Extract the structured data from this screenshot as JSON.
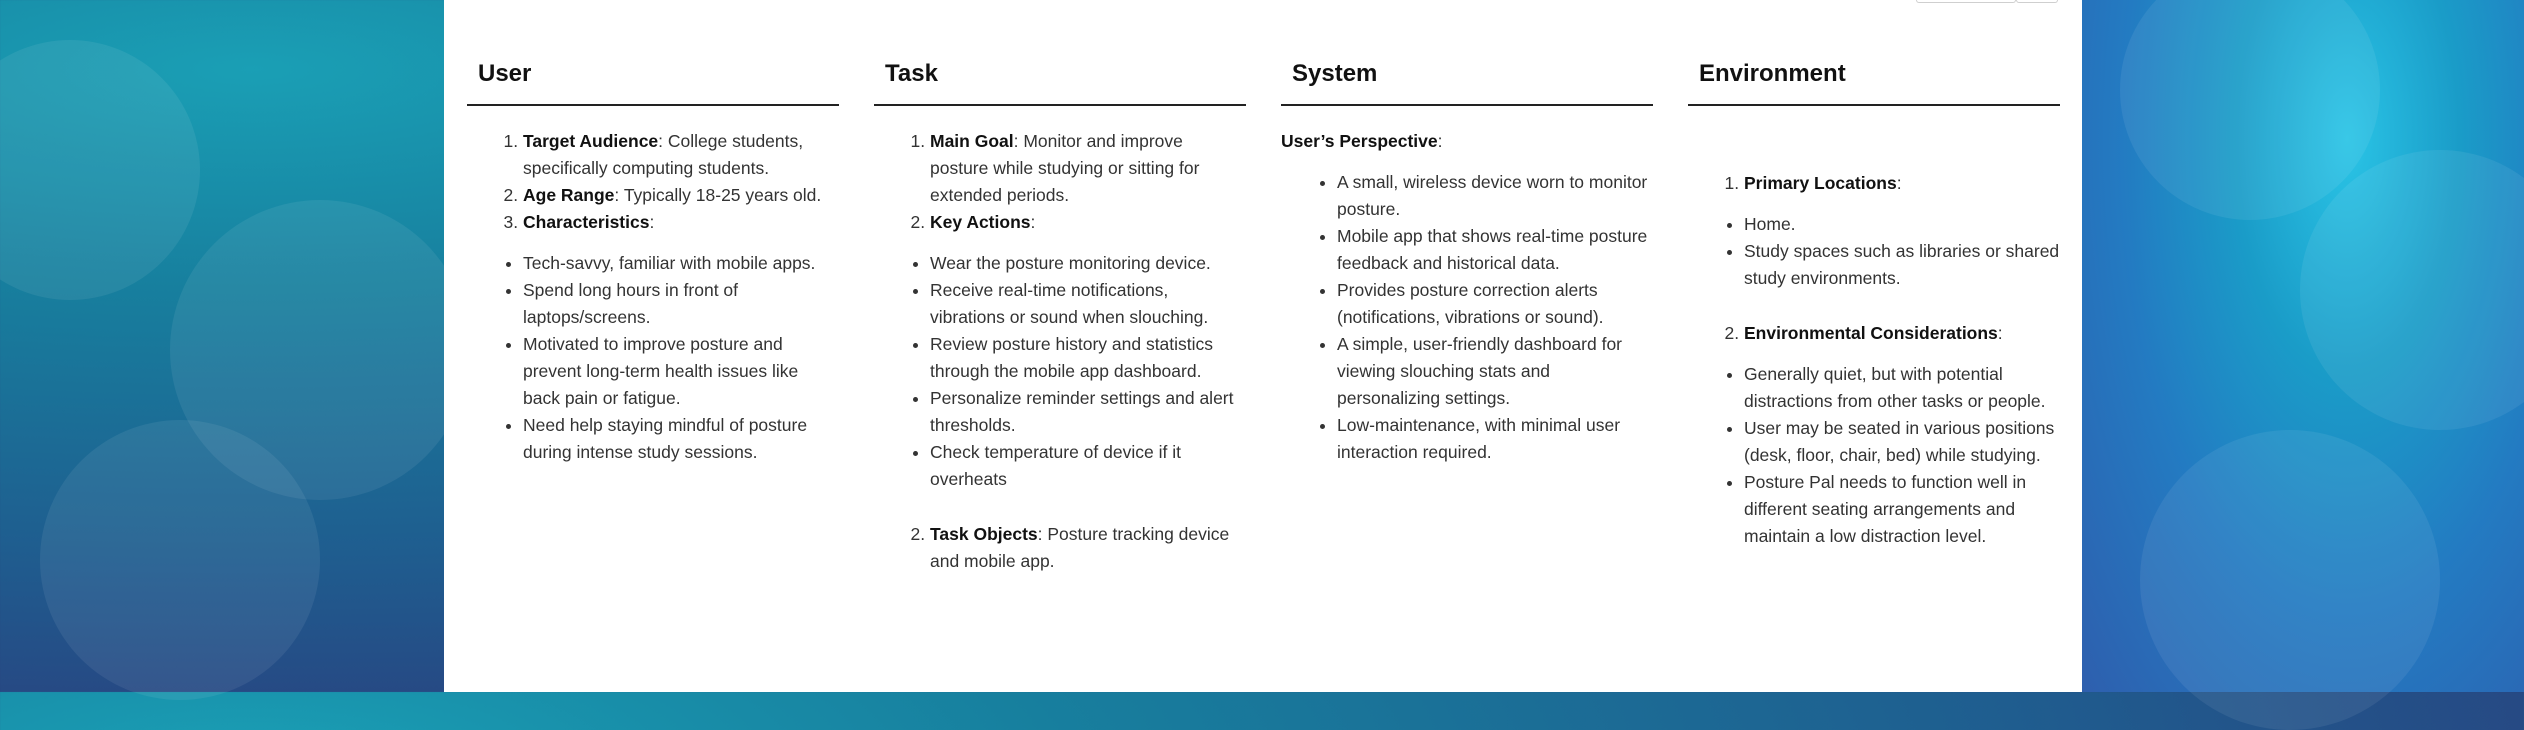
{
  "columns": {
    "user": {
      "heading": "User",
      "items": [
        {
          "label": "Target Audience",
          "text": ": College students, specifically computing students."
        },
        {
          "label": "Age Range",
          "text": ": Typically 18-25 years old."
        },
        {
          "label": "Characteristics",
          "text": ":"
        }
      ],
      "bullets": [
        "Tech-savvy, familiar with mobile apps.",
        "Spend long hours in front of laptops/screens.",
        "Motivated to improve posture and prevent long-term health issues like back pain or fatigue.",
        "Need help staying mindful of posture during intense study sessions."
      ]
    },
    "task": {
      "heading": "Task",
      "items": [
        {
          "label": "Main Goal",
          "text": ": Monitor and improve posture while studying or sitting for extended periods."
        },
        {
          "label": "Key Actions",
          "text": ":"
        }
      ],
      "bullets": [
        "Wear the posture monitoring device.",
        "Receive real-time notifications, vibrations or sound when slouching.",
        "Review posture history and statistics through the mobile app dashboard.",
        "Personalize reminder settings and alert thresholds.",
        "Check temperature of device if it overheats"
      ],
      "objects": {
        "number": "2.",
        "label": "Task Objects",
        "text": ": Posture tracking device and mobile app."
      }
    },
    "system": {
      "heading": "System",
      "perspective_label": "User’s Perspective",
      "perspective_suffix": ":",
      "bullets": [
        "A small, wireless device worn to monitor posture.",
        "Mobile app that shows real-time posture feedback and historical data.",
        "Provides posture correction alerts (notifications, vibrations or sound).",
        "A simple, user-friendly dashboard for viewing slouching stats and personalizing settings.",
        "Low-maintenance, with minimal user interaction required."
      ]
    },
    "environment": {
      "heading": "Environment",
      "primary": {
        "label": "Primary Locations",
        "text": ":"
      },
      "primary_bullets": [
        "Home.",
        "Study spaces such as libraries or shared study environments."
      ],
      "considerations": {
        "label": "Environmental Considerations",
        "text": ":"
      },
      "consideration_bullets": [
        "Generally quiet, but with potential distractions from other tasks or people.",
        "User may be seated in various positions (desk, floor, chair, bed) while studying.",
        "Posture Pal needs to function well in different seating arrangements and maintain a low distraction level."
      ]
    }
  }
}
